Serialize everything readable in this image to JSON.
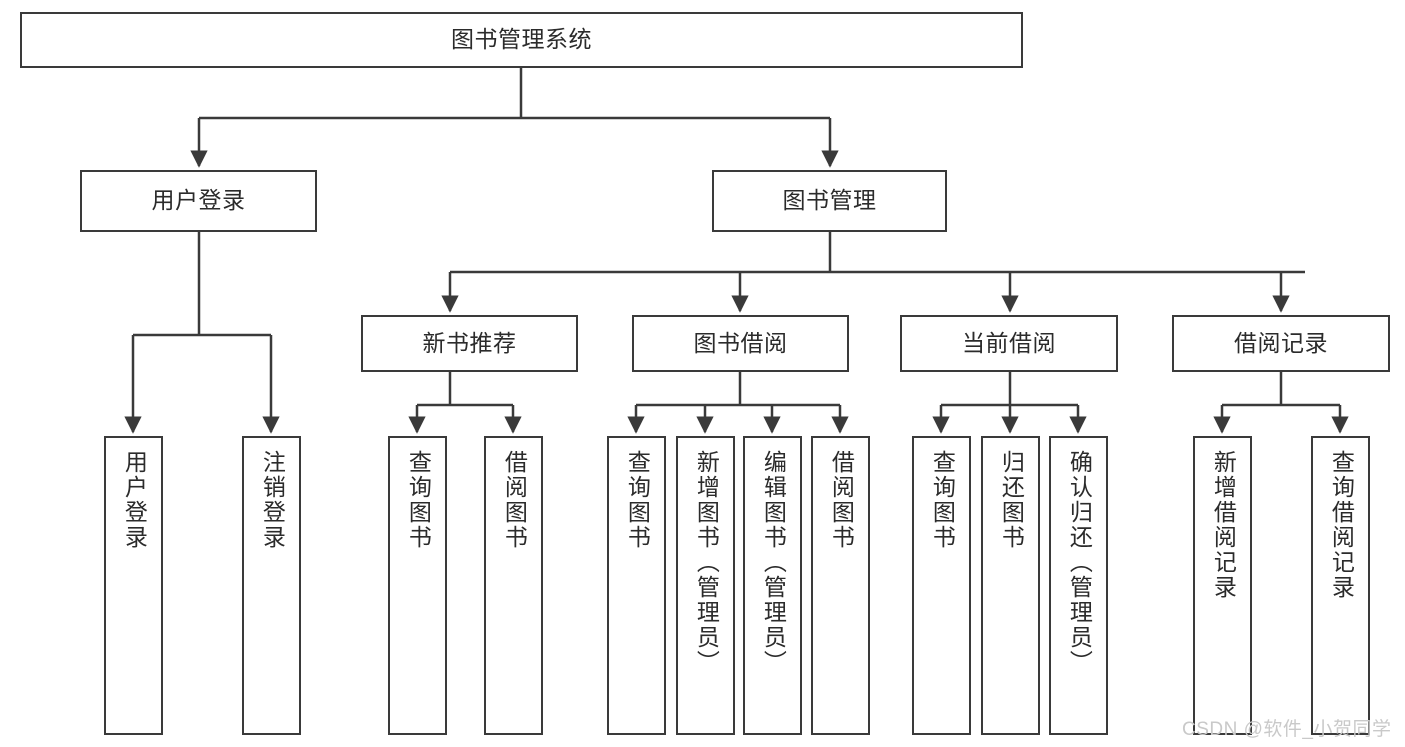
{
  "diagram": {
    "title": "图书管理系统",
    "type": "tree-hierarchy-diagram",
    "style": {
      "box_stroke": "#3a3a3a",
      "box_fill": "#ffffff",
      "text_color": "#2b2b2b",
      "edge_color": "#3a3a3a",
      "background": "#ffffff",
      "watermark_color": "#c9c9c9"
    }
  },
  "root": {
    "label": "图书管理系统"
  },
  "level2": [
    {
      "label": "用户登录"
    },
    {
      "label": "图书管理"
    }
  ],
  "level3": [
    {
      "label": "新书推荐"
    },
    {
      "label": "图书借阅"
    },
    {
      "label": "当前借阅"
    },
    {
      "label": "借阅记录"
    }
  ],
  "leaves": {
    "user_login": [
      {
        "label": "用户登录"
      },
      {
        "label": "注销登录"
      }
    ],
    "new_book_recommend": [
      {
        "label": "查询图书"
      },
      {
        "label": "借阅图书"
      }
    ],
    "book_borrow": [
      {
        "label": "查询图书"
      },
      {
        "label": "新增图书（管理员）"
      },
      {
        "label": "编辑图书（管理员）"
      },
      {
        "label": "借阅图书"
      }
    ],
    "current_borrow": [
      {
        "label": "查询图书"
      },
      {
        "label": "归还图书"
      },
      {
        "label": "确认归还（管理员）"
      }
    ],
    "borrow_record": [
      {
        "label": "新增借阅记录"
      },
      {
        "label": "查询借阅记录"
      }
    ]
  },
  "watermark": {
    "text": "CSDN @软件_小贺同学"
  }
}
